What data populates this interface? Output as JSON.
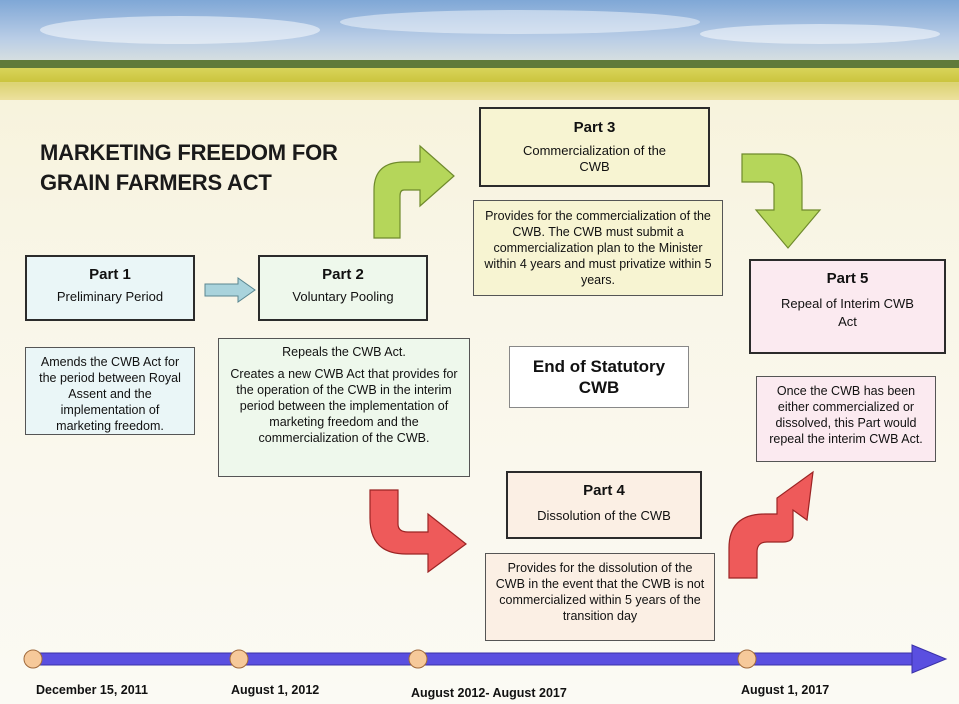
{
  "title_line1": "MARKETING FREEDOM FOR",
  "title_line2": "GRAIN FARMERS ACT",
  "part1": {
    "head": "Part 1",
    "sub": "Preliminary Period",
    "desc": "Amends the CWB Act for the period between Royal Assent and the implementation of marketing freedom."
  },
  "part2": {
    "head": "Part 2",
    "sub": "Voluntary Pooling",
    "desc1": "Repeals the CWB Act.",
    "desc2": "Creates a new CWB Act that provides for the operation of the CWB in the interim period between the implementation of marketing freedom and the commercialization of the CWB."
  },
  "part3": {
    "head": "Part 3",
    "sub": "Commercialization of the CWB",
    "desc": "Provides for the commercialization of the CWB. The CWB must submit a commercialization plan to the Minister within 4 years and must privatize within 5 years."
  },
  "part4": {
    "head": "Part 4",
    "sub": "Dissolution of the CWB",
    "desc": "Provides for the dissolution of the CWB in the event that the CWB is not commercialized within 5 years of the transition day"
  },
  "part5": {
    "head": "Part 5",
    "sub": "Repeal of Interim CWB Act",
    "desc": "Once the CWB has been either commercialized or dissolved, this Part would repeal the interim CWB Act."
  },
  "end_statutory": "End of Statutory CWB",
  "timeline": {
    "dates": [
      "December 15, 2011",
      "August 1, 2012",
      "August 2012- August 2017",
      "August 1, 2017"
    ]
  },
  "colors": {
    "part1": "#eaf6f7",
    "part2": "#eef8ec",
    "part3": "#f7f4d2",
    "part4": "#fbefe4",
    "part5": "#fbeaf0",
    "green_arrow": "#b5d65a",
    "red_arrow": "#ee5a5a",
    "blue_arrow": "#a9d3dc",
    "timeline": "#5a4fe0"
  }
}
